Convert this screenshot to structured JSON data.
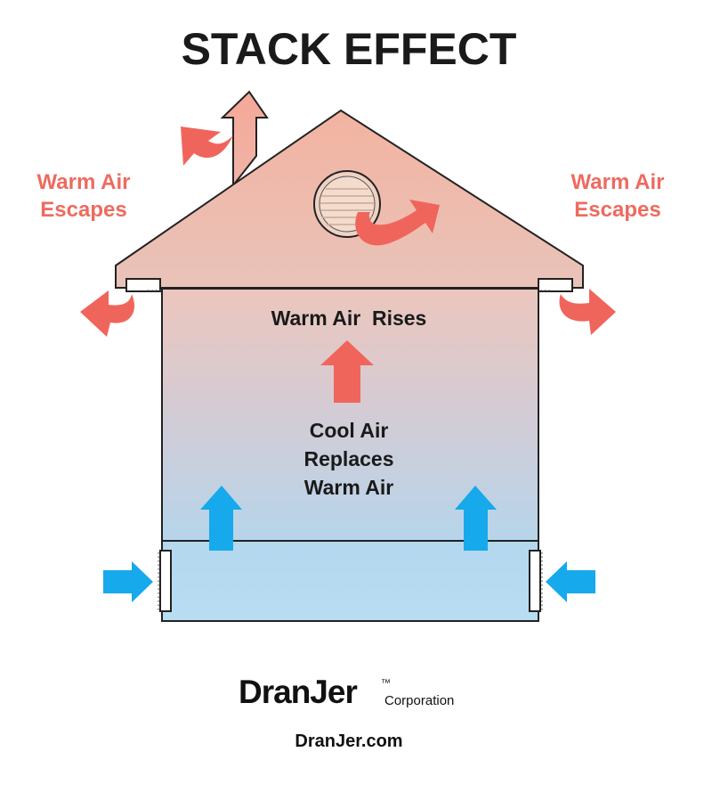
{
  "title": "STACK EFFECT",
  "labels": {
    "warm_air_escapes_left_1": "Warm Air",
    "warm_air_escapes_left_2": "Escapes",
    "warm_air_escapes_right_1": "Warm Air",
    "warm_air_escapes_right_2": "Escapes",
    "warm_air_rises": "Warm Air  Rises",
    "cool_air_1": "Cool Air",
    "cool_air_2": "Replaces",
    "cool_air_3": "Warm Air"
  },
  "brand": {
    "name": "DranJer",
    "trademark": "™",
    "suffix": "Corporation",
    "website": "DranJer.com"
  },
  "colors": {
    "warm_arrow": "#f0655b",
    "cool_arrow": "#16a9ec",
    "warm_label": "#ee6a5f",
    "outline": "#222222",
    "attic_top": "#f3b7a6",
    "wall_mid": "#d9cdd5",
    "basement": "#b7ddf0"
  },
  "icons": [
    "warm-air-curved-arrow-icon",
    "warm-air-up-arrow-icon",
    "cool-air-up-arrow-icon",
    "cool-air-right-arrow-icon",
    "cool-air-left-arrow-icon",
    "attic-vent-icon",
    "chimney-arrow-icon"
  ]
}
